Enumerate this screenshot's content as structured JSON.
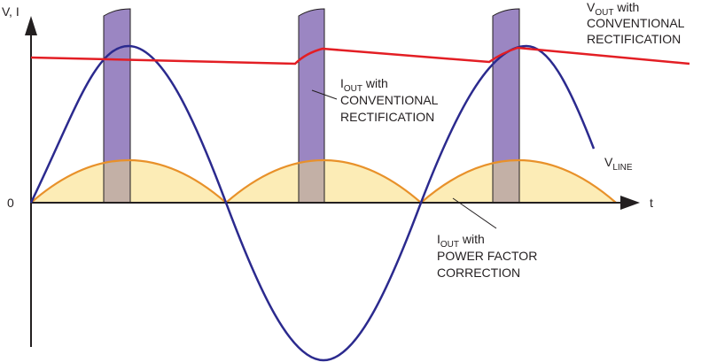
{
  "axes": {
    "y_label": "V, I",
    "x_label": "t",
    "origin_label": "0"
  },
  "labels": {
    "vout": {
      "main": "V",
      "sub": "OUT",
      "rest": " with",
      "line2": "CONVENTIONAL",
      "line3": "RECTIFICATION"
    },
    "iout_conv": {
      "main": "I",
      "sub": "OUT",
      "rest": " with",
      "line2": "CONVENTIONAL",
      "line3": "RECTIFICATION"
    },
    "vline": {
      "main": "V",
      "sub": "LINE"
    },
    "iout_pfc": {
      "main": "I",
      "sub": "OUT",
      "rest": " with",
      "line2": "POWER FACTOR",
      "line3": "CORRECTION"
    }
  },
  "colors": {
    "vline": "#2b2a8e",
    "vout": "#e31e24",
    "pulse_fill": "#9b86c2",
    "pulse_stroke": "#231f20",
    "pfc_curve": "#e8912a",
    "pfc_fill": "#fcecb6",
    "overlap_fill": "#c3b0a6",
    "axis": "#231f20"
  }
}
